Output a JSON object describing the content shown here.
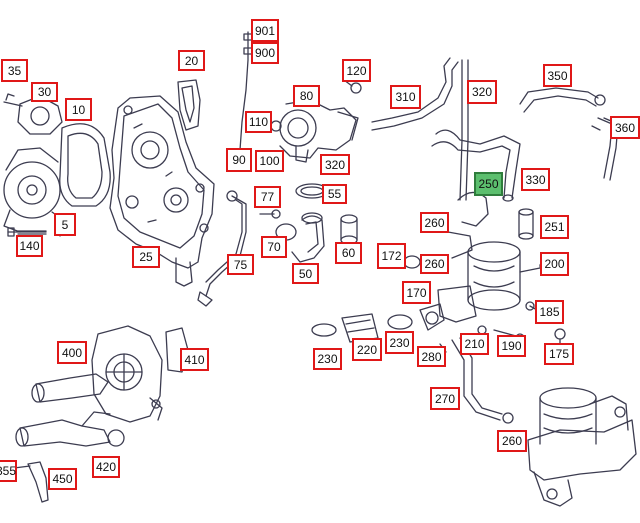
{
  "colors": {
    "callout_border": "#e01818",
    "selected_fill": "#5cbf6e",
    "line_art": "#3c3c50"
  },
  "selected_part": "250",
  "callouts": {
    "c_901": "901",
    "c_900": "900",
    "c_20": "20",
    "c_35": "35",
    "c_30": "30",
    "c_10": "10",
    "c_120": "120",
    "c_310": "310",
    "c_320_top": "320",
    "c_350": "350",
    "c_80": "80",
    "c_360": "360",
    "c_110": "110",
    "c_90": "90",
    "c_100": "100",
    "c_320_mid": "320",
    "c_250": "250",
    "c_330": "330",
    "c_5": "5",
    "c_140": "140",
    "c_55": "55",
    "c_77": "77",
    "c_260_a": "260",
    "c_251": "251",
    "c_25": "25",
    "c_70": "70",
    "c_60": "60",
    "c_172": "172",
    "c_260_b": "260",
    "c_200": "200",
    "c_75": "75",
    "c_50": "50",
    "c_170": "170",
    "c_185": "185",
    "c_400": "400",
    "c_410": "410",
    "c_230_a": "230",
    "c_220": "220",
    "c_230_b": "230",
    "c_210": "210",
    "c_190": "190",
    "c_280": "280",
    "c_175": "175",
    "c_270": "270",
    "c_420": "420",
    "c_260_c": "260",
    "c_355": "355",
    "c_450": "450"
  }
}
